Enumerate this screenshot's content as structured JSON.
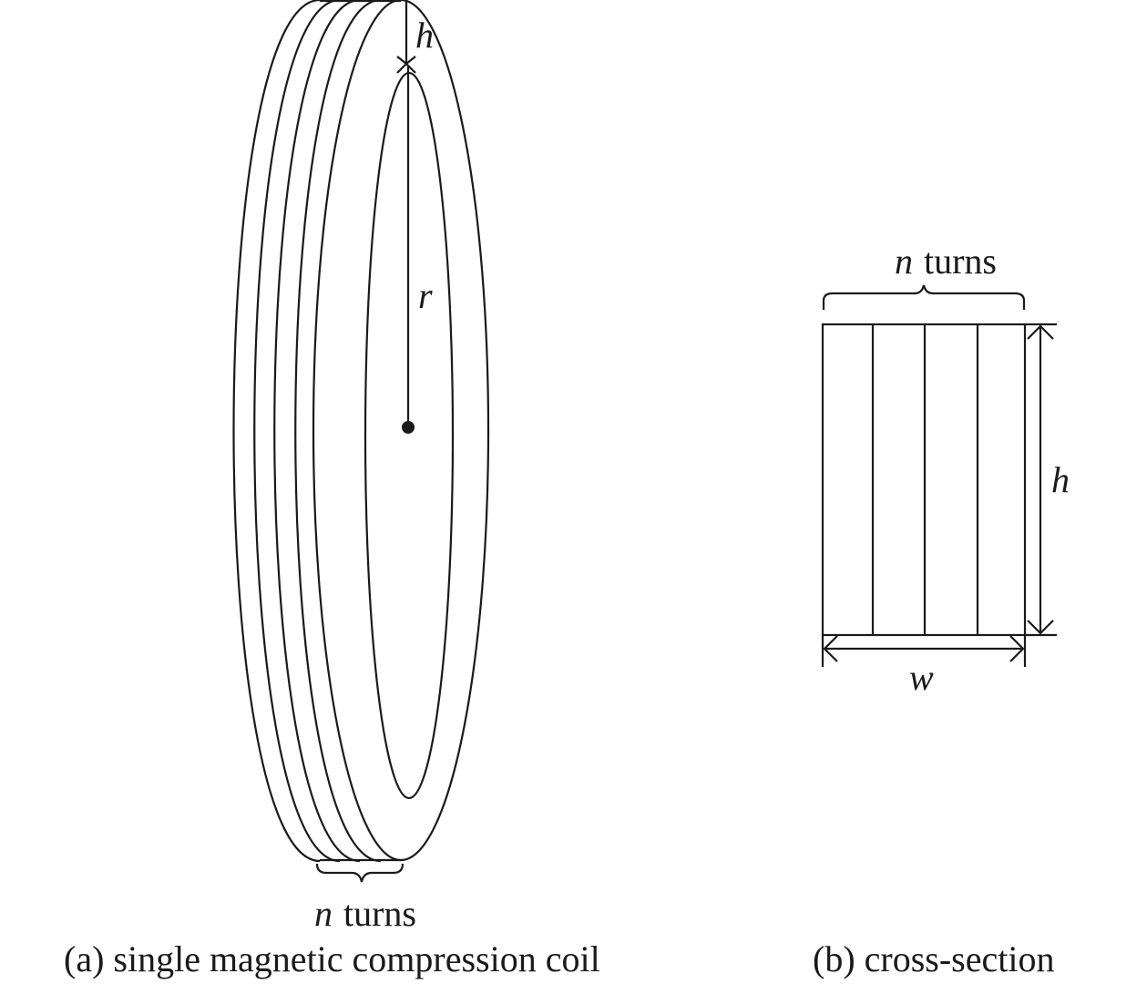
{
  "panel_a": {
    "labels": {
      "h": "h",
      "r": "r",
      "n": "n",
      "turns": "turns"
    },
    "caption": "(a) single magnetic compression coil"
  },
  "panel_b": {
    "labels": {
      "n": "n",
      "turns": "turns",
      "h": "h",
      "w": "w"
    },
    "caption": "(b) cross-section"
  }
}
